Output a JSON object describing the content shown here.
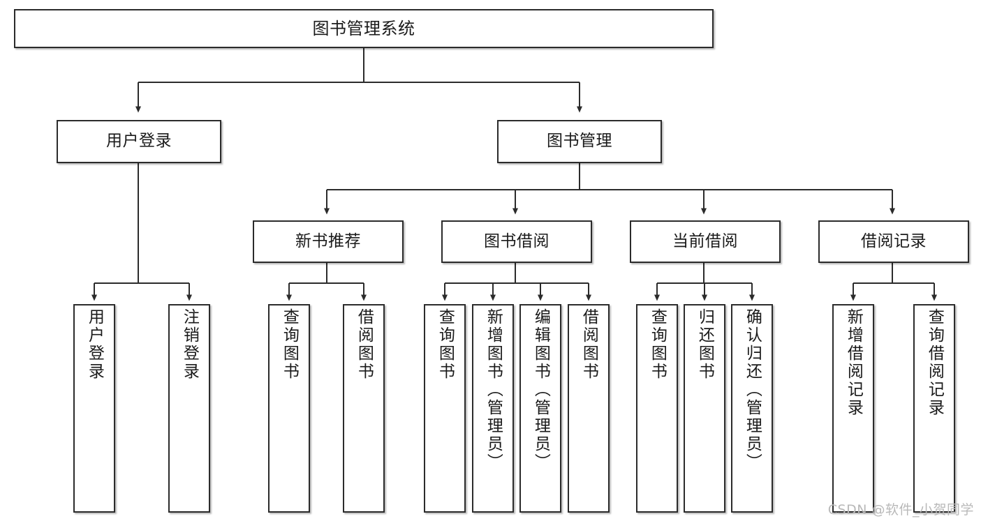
{
  "diagram": {
    "title": "图书管理系统",
    "watermark": "CSDN @软件_小贺同学",
    "line_color": "#2b2b2b",
    "box_fill": "#ffffff",
    "text_color": "#1a1a1a",
    "levels": {
      "root": "图书管理系统",
      "level2": [
        "用户登录",
        "图书管理"
      ],
      "level3": [
        "新书推荐",
        "图书借阅",
        "当前借阅",
        "借阅记录"
      ]
    },
    "nodes": {
      "root": {
        "label": "图书管理系统"
      },
      "user_login": {
        "label": "用户登录"
      },
      "book_manage": {
        "label": "图书管理"
      },
      "new_book_rec": {
        "label": "新书推荐"
      },
      "book_borrow": {
        "label": "图书借阅"
      },
      "current_borrow": {
        "label": "当前借阅"
      },
      "borrow_record": {
        "label": "借阅记录"
      },
      "leaf_user_login": {
        "label": "用户登录"
      },
      "leaf_logout": {
        "label": "注销登录"
      },
      "leaf_query_book_1": {
        "label": "查询图书"
      },
      "leaf_borrow_book_1": {
        "label": "借阅图书"
      },
      "leaf_query_book_2": {
        "label": "查询图书"
      },
      "leaf_add_book": {
        "label": "新增图书（管理员）"
      },
      "leaf_edit_book": {
        "label": "编辑图书（管理员）"
      },
      "leaf_borrow_book_2": {
        "label": "借阅图书"
      },
      "leaf_query_book_3": {
        "label": "查询图书"
      },
      "leaf_return_book": {
        "label": "归还图书"
      },
      "leaf_confirm_return": {
        "label": "确认归还（管理员）"
      },
      "leaf_add_record": {
        "label": "新增借阅记录"
      },
      "leaf_query_record": {
        "label": "查询借阅记录"
      }
    },
    "tree": [
      {
        "label": "图书管理系统",
        "children": [
          {
            "label": "用户登录",
            "children": [
              {
                "label": "用户登录"
              },
              {
                "label": "注销登录"
              }
            ]
          },
          {
            "label": "图书管理",
            "children": [
              {
                "label": "新书推荐",
                "children": [
                  {
                    "label": "查询图书"
                  },
                  {
                    "label": "借阅图书"
                  }
                ]
              },
              {
                "label": "图书借阅",
                "children": [
                  {
                    "label": "查询图书"
                  },
                  {
                    "label": "新增图书（管理员）"
                  },
                  {
                    "label": "编辑图书（管理员）"
                  },
                  {
                    "label": "借阅图书"
                  }
                ]
              },
              {
                "label": "当前借阅",
                "children": [
                  {
                    "label": "查询图书"
                  },
                  {
                    "label": "归还图书"
                  },
                  {
                    "label": "确认归还（管理员）"
                  }
                ]
              },
              {
                "label": "借阅记录",
                "children": [
                  {
                    "label": "新增借阅记录"
                  },
                  {
                    "label": "查询借阅记录"
                  }
                ]
              }
            ]
          }
        ]
      }
    ]
  }
}
